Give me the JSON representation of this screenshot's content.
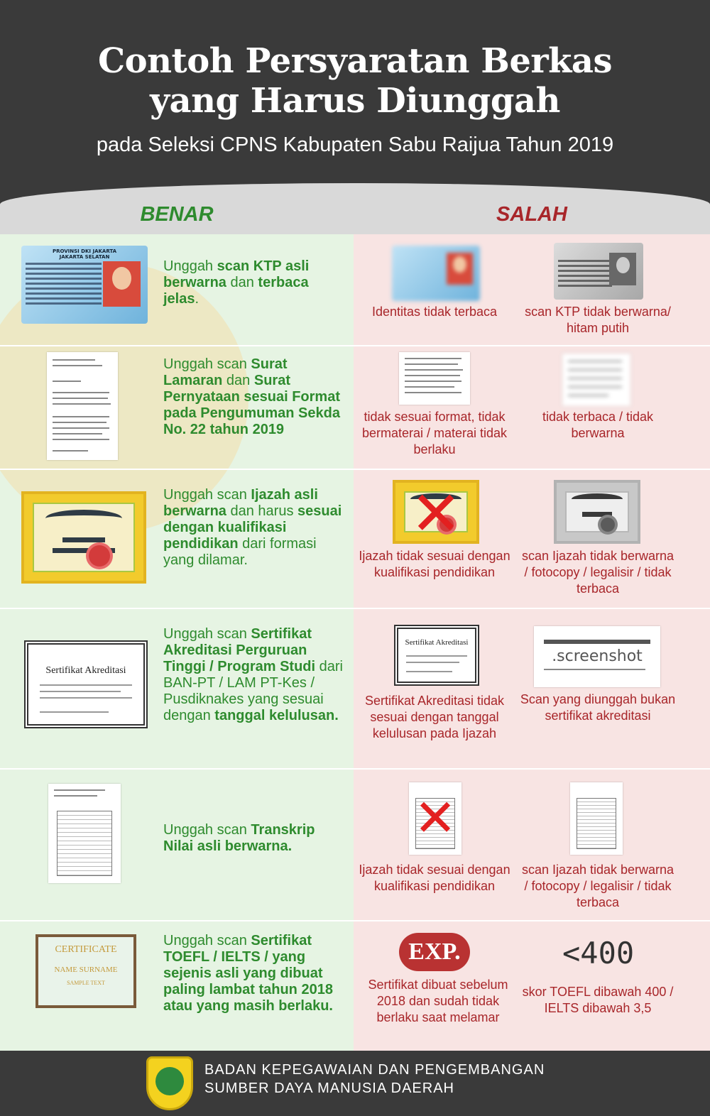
{
  "header": {
    "title_line1": "Contoh Persyaratan Berkas",
    "title_line2": "yang Harus Diunggah",
    "subtitle": "pada Seleksi CPNS Kabupaten Sabu Raijua Tahun 2019"
  },
  "columns": {
    "benar": "BENAR",
    "salah": "SALAH"
  },
  "ktp": {
    "prov": "PROVINSI DKI JAKARTA",
    "kota": "JAKARTA SELATAN"
  },
  "rows": [
    {
      "benar": [
        "Unggah ",
        "scan KTP asli berwarna",
        " dan ",
        "terbaca jelas",
        "."
      ],
      "salah1": "Identitas tidak terbaca",
      "salah2": "scan KTP tidak berwarna/ hitam putih"
    },
    {
      "benar": [
        "Unggah scan ",
        "Surat Lamaran",
        " dan ",
        "Surat Pernyataan sesuai Format pada Pengumuman Sekda No. 22 tahun 2019"
      ],
      "salah1": "tidak sesuai format, tidak bermaterai / materai tidak berlaku",
      "salah2": "tidak terbaca / tidak berwarna"
    },
    {
      "benar": [
        "Unggah scan ",
        "Ijazah asli berwarna",
        " dan harus ",
        "sesuai dengan kualifikasi pendidikan",
        " dari formasi yang dilamar."
      ],
      "salah1": "Ijazah tidak sesuai dengan kualifikasi pendidikan",
      "salah2": "scan Ijazah tidak berwarna / fotocopy / legalisir / tidak terbaca"
    },
    {
      "benar": [
        "Unggah scan ",
        "Sertifikat Akreditasi Perguruan Tinggi / Program Studi",
        " dari BAN-PT / LAM PT-Kes / Pusdiknakes yang sesuai dengan ",
        "tanggal kelulusan."
      ],
      "salah1": "Sertifikat Akreditasi tidak sesuai dengan tanggal kelulusan pada Ijazah",
      "salah2": "Scan yang diunggah bukan sertifikat akreditasi"
    },
    {
      "benar": [
        "Unggah scan ",
        "Transkrip Nilai asli berwarna."
      ],
      "salah1": "Ijazah tidak sesuai dengan kualifikasi pendidikan",
      "salah2": "scan Ijazah tidak berwarna / fotocopy / legalisir / tidak terbaca"
    },
    {
      "benar": [
        "Unggah scan ",
        "Sertifikat TOEFL / IELTS / yang sejenis asli yang dibuat paling lambat tahun 2018 atau yang masih berlaku."
      ],
      "salah1": "Sertifikat dibuat sebelum 2018 dan sudah tidak berlaku saat melamar",
      "salah2": "skor TOEFL dibawah 400 / IELTS dibawah 3,5"
    }
  ],
  "cert_label": "Sertifikat Akreditasi",
  "screenshot_label": ".screenshot",
  "exp_label": "EXP.",
  "lt400_label": "<400",
  "toefl": {
    "title": "CERTIFICATE",
    "name": "NAME SURNAME",
    "sample": "SAMPLE TEXT"
  },
  "footer": {
    "line1": "BADAN KEPEGAWAIAN DAN PENGEMBANGAN",
    "line2": "SUMBER DAYA MANUSIA DAERAH"
  },
  "colors": {
    "benar": "#2e8b2e",
    "salah": "#a8262a",
    "dark": "#3a3a3a"
  }
}
